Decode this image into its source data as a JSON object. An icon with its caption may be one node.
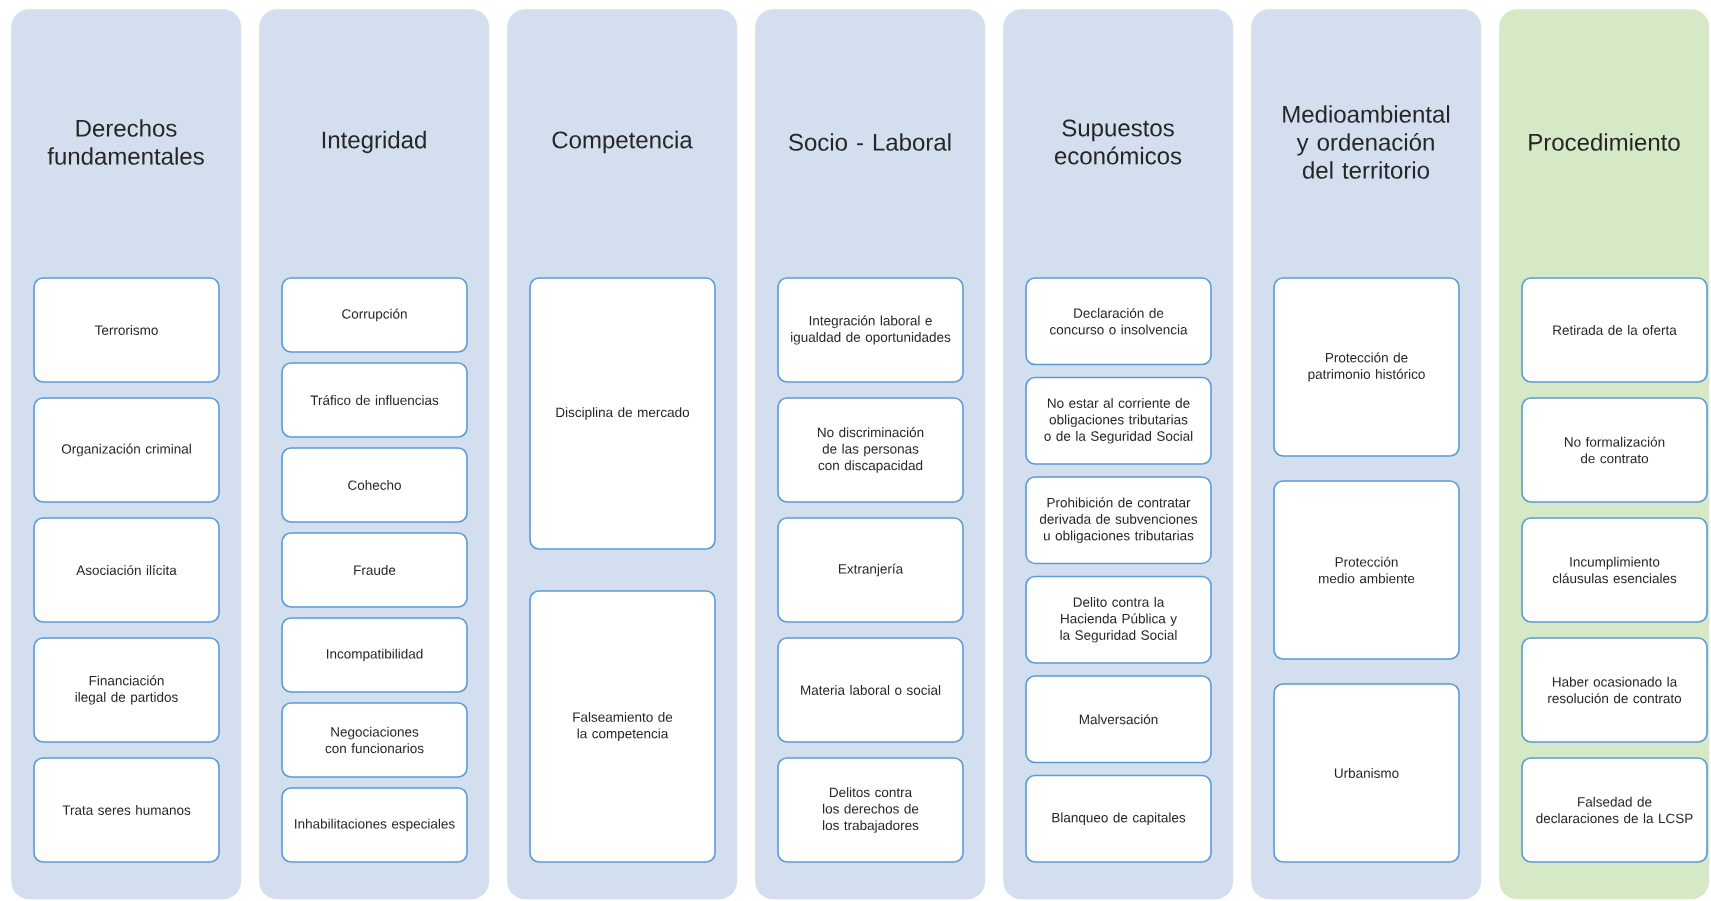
{
  "diagram": {
    "nodes": [
      {
        "text": [
          "Derechos fundamentales"
        ]
      },
      {
        "text": [
          "Terrorismo"
        ],
        "in": 0
      },
      {
        "text": [
          "Organización criminal"
        ],
        "in": 0
      },
      {
        "text": [
          "Asociación ilícita"
        ],
        "in": 0
      },
      {
        "text": [
          "Financiación ilegal de partidos"
        ],
        "in": 0
      },
      {
        "text": [
          "Trata seres humanos"
        ],
        "in": 0
      },
      {
        "text": [
          "Integridad"
        ]
      },
      {
        "text": [
          "Corrupción"
        ],
        "in": 6
      },
      {
        "text": [
          "Tráfico de influencias"
        ],
        "in": 6
      },
      {
        "text": [
          "Cohecho"
        ],
        "in": 6
      },
      {
        "text": [
          "Fraude"
        ],
        "in": 6
      },
      {
        "text": [
          "Incompatibilidad"
        ],
        "in": 6
      },
      {
        "text": [
          "Negociaciones con funcionarios"
        ],
        "in": 6
      },
      {
        "text": [
          "Inhabilitaciones especiales"
        ],
        "in": 6
      },
      {
        "text": [
          "Competencia"
        ]
      },
      {
        "text": [
          "Disciplina de mercado"
        ],
        "in": 14
      },
      {
        "text": [
          "Falseamiento de la competencia"
        ],
        "in": 14
      },
      {
        "text": [
          "Socio - Laboral"
        ]
      },
      {
        "text": [
          "Integración laboral e igualdad de oportunidades"
        ],
        "in": 17
      },
      {
        "text": [
          "No discriminación de las personas con discapacidad"
        ],
        "in": 17
      },
      {
        "text": [
          "Extranjería"
        ],
        "in": 17
      },
      {
        "text": [
          "Materia laboral o social"
        ],
        "in": 17
      },
      {
        "text": [
          "Delitos contra los derechos de los trabajadores"
        ],
        "in": 17
      },
      {
        "text": [
          "Supuestos económicos"
        ]
      },
      {
        "text": [
          "Declaración de concurso o insolvencia"
        ],
        "in": 23
      },
      {
        "text": [
          "No estar al corriente de obligaciones tributarias o de la Seguridad Social"
        ],
        "in": 23
      },
      {
        "text": [
          "Prohibición de contratar derivada de subvenciones u obligaciones tributarias"
        ],
        "in": 23
      },
      {
        "text": [
          "Delito contra la Hacienda Pública y la Seguridad Social"
        ],
        "in": 23
      },
      {
        "text": [
          "Malversación"
        ],
        "in": 23
      },
      {
        "text": [
          "Blanqueo de capitales"
        ],
        "in": 23
      },
      {
        "text": [
          "Medioambiental y ordenación del territorio"
        ]
      },
      {
        "text": [
          "Protección de patrimonio histórico"
        ],
        "in": 30
      },
      {
        "text": [
          "Protección medio ambiente"
        ],
        "in": 30
      },
      {
        "text": [
          "Urbanismo"
        ],
        "in": 30
      },
      {
        "text": [
          "Procedimiento"
        ]
      },
      {
        "text": [
          "Retirada de la oferta"
        ],
        "in": 34
      },
      {
        "text": [
          "No formalización de contrato"
        ],
        "in": 34
      },
      {
        "text": [
          "Incumplimiento cláusulas esenciales"
        ],
        "in": 34
      },
      {
        "text": [
          "Haber ocasionado la resolución de contrato"
        ],
        "in": 34
      },
      {
        "text": [
          "Falsedad de declaraciones de la LCSP"
        ],
        "in": 34
      }
    ]
  }
}
